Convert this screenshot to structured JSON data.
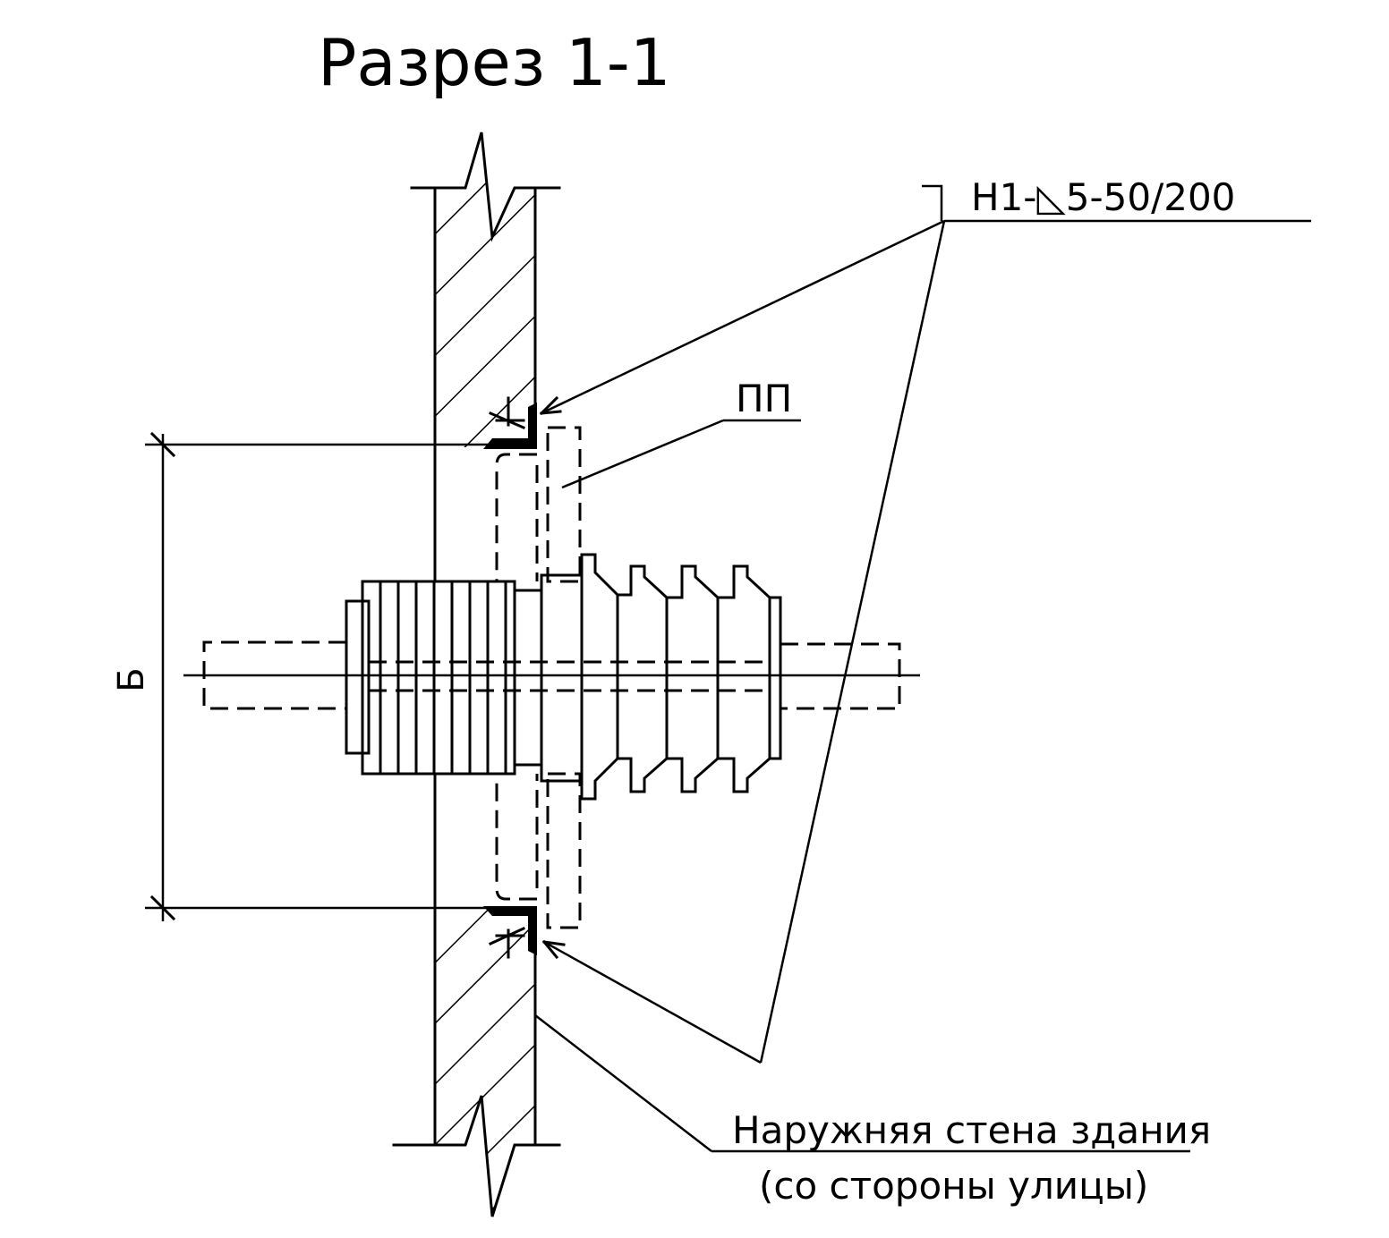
{
  "title": "Разрез 1-1",
  "labels": {
    "weld_note": "Н1-◺5-50/200",
    "part_mark": "ПП",
    "dimension": "Б",
    "wall_line1": "Наружняя стена здания",
    "wall_line2": "(со стороны улицы)"
  }
}
